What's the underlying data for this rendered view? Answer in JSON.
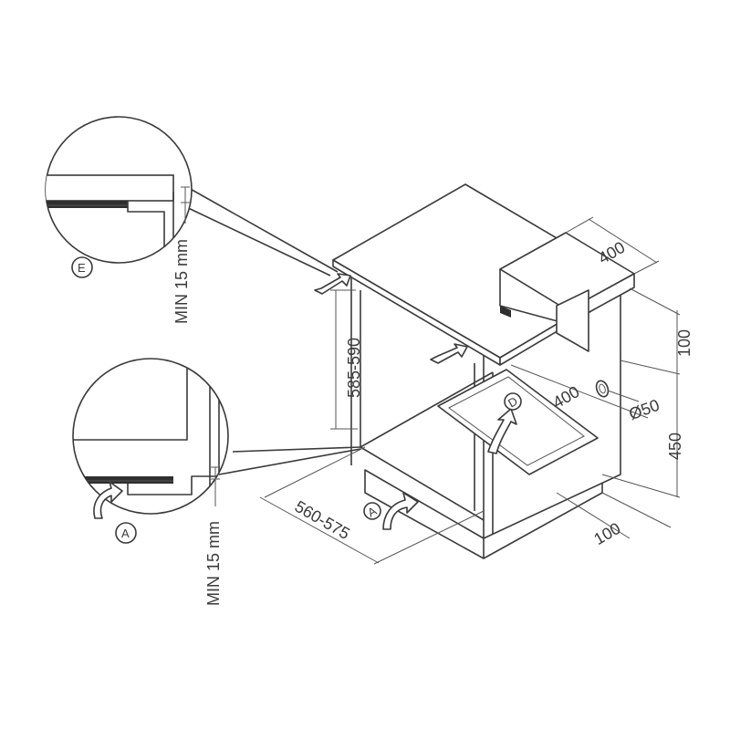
{
  "dimensions": {
    "width_top": "400",
    "height_top": "100",
    "depth_inner": "400",
    "hole_diameter": "Ø50",
    "height_mid": "450",
    "depth_bottom": "100",
    "cabinet_width": "560-575",
    "cabinet_height": "585-590"
  },
  "details": {
    "upper": {
      "label": "E",
      "min_gap": "MIN 15 mm"
    },
    "lower": {
      "label": "A",
      "min_gap": "MIN 15 mm"
    }
  },
  "airflow": {
    "inlet_label": "A",
    "outlet_label": "D"
  }
}
